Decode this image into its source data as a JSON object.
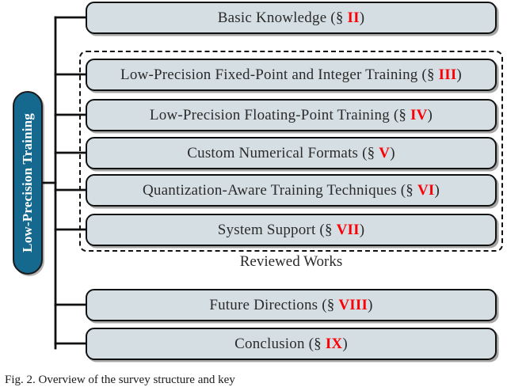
{
  "figure": {
    "root": {
      "label": "Low-Precision Training",
      "color": "#15688e",
      "text_color": "#ffffff"
    },
    "section_marker": "§",
    "accent_color": "#fb0007",
    "node_fill": "#d5dfe3",
    "node_border": "#111111",
    "nodes": [
      {
        "title": "Basic Knowledge",
        "section": "II",
        "grouped": false
      },
      {
        "title": "Low-Precision Fixed-Point and Integer Training",
        "section": "III",
        "grouped": true
      },
      {
        "title": "Low-Precision Floating-Point Training",
        "section": "IV",
        "grouped": true
      },
      {
        "title": "Custom Numerical Formats",
        "section": "V",
        "grouped": true
      },
      {
        "title": "Quantization-Aware Training Techniques",
        "section": "VI",
        "grouped": true
      },
      {
        "title": "System Support",
        "section": "VII",
        "grouped": true
      },
      {
        "title": "Future Directions",
        "section": "VIII",
        "grouped": false
      },
      {
        "title": "Conclusion",
        "section": "IX",
        "grouped": false
      }
    ],
    "group_caption": "Reviewed Works",
    "fig_caption": "Fig. 2.  Overview of the survey structure and key"
  }
}
